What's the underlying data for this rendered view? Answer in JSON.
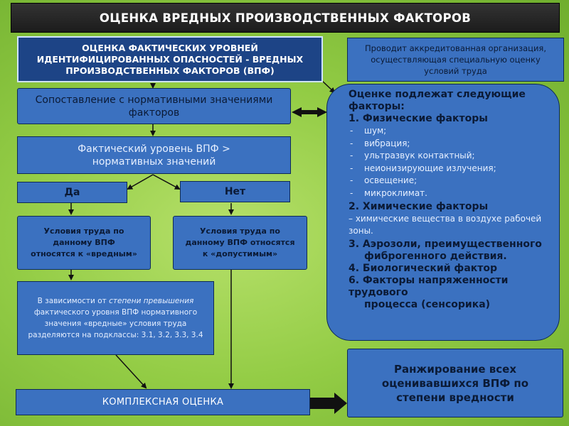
{
  "title": "ОЦЕНКА ВРЕДНЫХ ПРОИЗВОДСТВЕННЫХ ФАКТОРОВ",
  "assessment_box": "ОЦЕНКА ФАКТИЧЕСКИХ УРОВНЕЙ ИДЕНТИФИЦИРОВАННЫХ ОПАСНОСТЕЙ - ВРЕДНЫХ ПРОИЗВОДСТВЕННЫХ ФАКТОРОВ (ВПФ)",
  "accredited_box": "Проводит аккредитованная организация, осуществляющая специальную оценку условий труда",
  "comparison_box": "Сопоставление с нормативными значениями факторов",
  "actual_level_box": "Фактический уровень ВПФ > нормативных значений",
  "yes_label": "Да",
  "no_label": "Нет",
  "harmful_box": "Условия труда по данному ВПФ относятся к «вредным»",
  "acceptable_box": "Условия труда по данному ВПФ относятся к «допустимым»",
  "subclass_box": {
    "part1": "В зависимости от ",
    "part2": "степени превышения",
    "part3": " фактического уровня ВПФ нормативного значения «вредные» условия труда разделяются на подклассы: 3.1, 3.2, 3.3, 3.4"
  },
  "complex_box": "КОМПЛЕКСНАЯ ОЦЕНКА",
  "ranking_box": "Ранжирование всех оценивавшихся ВПФ по степени вредности",
  "factors_panel": {
    "heading": "Оценке подлежат следующие факторы:",
    "physical_heading": "1. Физические факторы",
    "physical_items": [
      "шум;",
      "вибрация;",
      "ультразвук контактный;",
      "неионизирующие излучения;",
      "освещение;",
      "микроклимат."
    ],
    "chemical_heading": "2. Химические факторы",
    "chemical_text": "– химические вещества в воздухе рабочей зоны.",
    "aerosol_heading_1": "3. Аэрозоли, преимущественного",
    "aerosol_heading_2": "фиброгенного действия.",
    "bio_heading": "4. Биологический фактор",
    "labor_heading_1": "6. Факторы напряженности трудового",
    "labor_heading_2": "процесса (сенсорика)"
  },
  "colors": {
    "box_blue": "#3b71c0",
    "box_dark": "#1d4486",
    "title_bg": "#2a2a2a",
    "background": "#93cc45"
  }
}
